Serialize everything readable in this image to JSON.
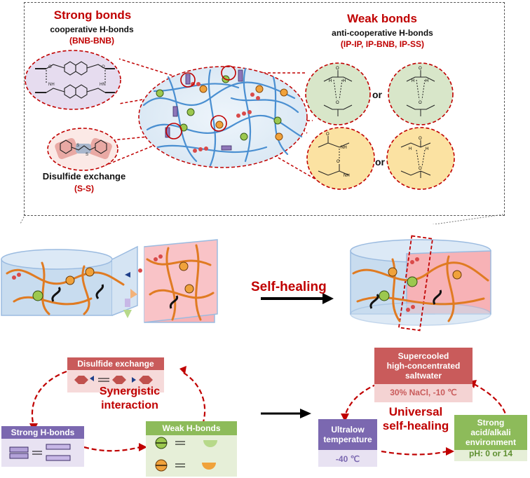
{
  "top": {
    "strong_title": "Strong  bonds",
    "strong_sub": "cooperative  H-bonds",
    "strong_tag": "(BNB-BNB)",
    "weak_title": "Weak bonds",
    "weak_sub": "anti-cooperative  H-bonds",
    "weak_tag": "(IP-IP, IP-BNB, IP-SS)",
    "disulfide_label": "Disulfide exchange",
    "disulfide_tag": "(S-S)",
    "or_1": "or",
    "or_2": "or"
  },
  "middle": {
    "arrow_label": "Self-healing"
  },
  "bottom": {
    "synergy_line1": "Synergistic",
    "synergy_line2": "interaction",
    "disulfide_box": "Disulfide exchange",
    "strong_box": "Strong H-bonds",
    "weak_box": "Weak H-bonds",
    "universal_line1": "Universal",
    "universal_line2": "self-healing",
    "saltwater_line1": "Supercooled",
    "saltwater_line2": "high-concentrated",
    "saltwater_line3": "saltwater",
    "saltwater_cond": "30% NaCl,  -10 ℃",
    "ultralow_line1": "Ultralow",
    "ultralow_line2": "temperature",
    "ultralow_cond": "-40 ℃",
    "acid_line1": "Strong",
    "acid_line2": "acid/alkali",
    "acid_line3": "environment",
    "acid_cond": "pH: 0 or 14"
  },
  "colors": {
    "accent_red": "#c00000",
    "dash_red": "#c00000",
    "lavender": "#7b68b0",
    "salmon_box": "#c95b5b",
    "green_box": "#8dbb5a",
    "network_blue": "#5b9bd5",
    "orange_chain": "#e07b22",
    "gel_pink": "#f4a3a8"
  }
}
